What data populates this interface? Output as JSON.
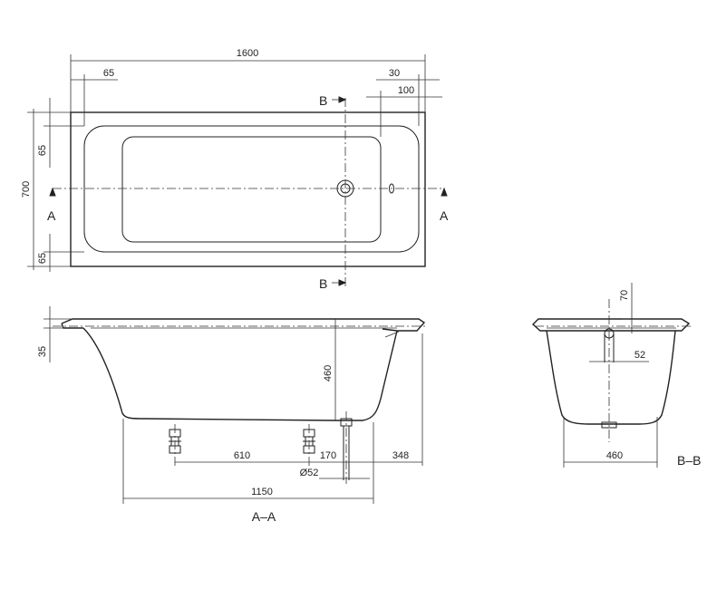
{
  "top_view": {
    "length": "1600",
    "rim_left": "65",
    "rim_right_outer": "30",
    "rim_right_inner": "100",
    "width": "700",
    "rim_top": "65",
    "rim_bottom": "65",
    "section_b": "B",
    "section_a": "A"
  },
  "side_view": {
    "rim_height": "35",
    "depth": "460",
    "feet_distance": "610",
    "drain_offset": "170",
    "end_offset": "348",
    "drain_diameter": "Ø52",
    "base_length": "1150",
    "caption": "A–A"
  },
  "end_view": {
    "overflow_height": "70",
    "overflow_diameter": "52",
    "base_width": "460",
    "caption": "B–B"
  }
}
